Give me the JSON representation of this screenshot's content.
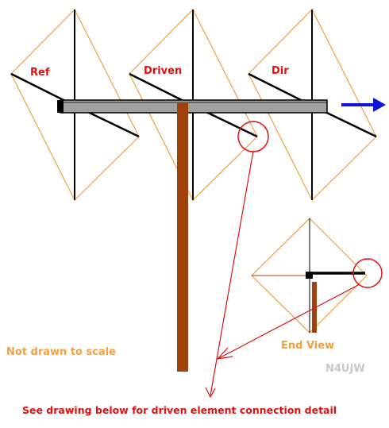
{
  "labels": {
    "reflector": "Ref",
    "driven": "Driven",
    "director": "Dir",
    "end_view": "End View",
    "not_to_scale": "Not drawn to scale",
    "author": "N4UJW",
    "caption": "See drawing below for driven element connection detail"
  },
  "colors": {
    "wire": "#f0a040",
    "spreader": "#000000",
    "boom": "#a0a0a0",
    "mast": "#a0400a",
    "highlight": "#e01010",
    "direction_arrow": "#1010e0"
  },
  "icons": {
    "direction": "right-arrow-icon"
  }
}
